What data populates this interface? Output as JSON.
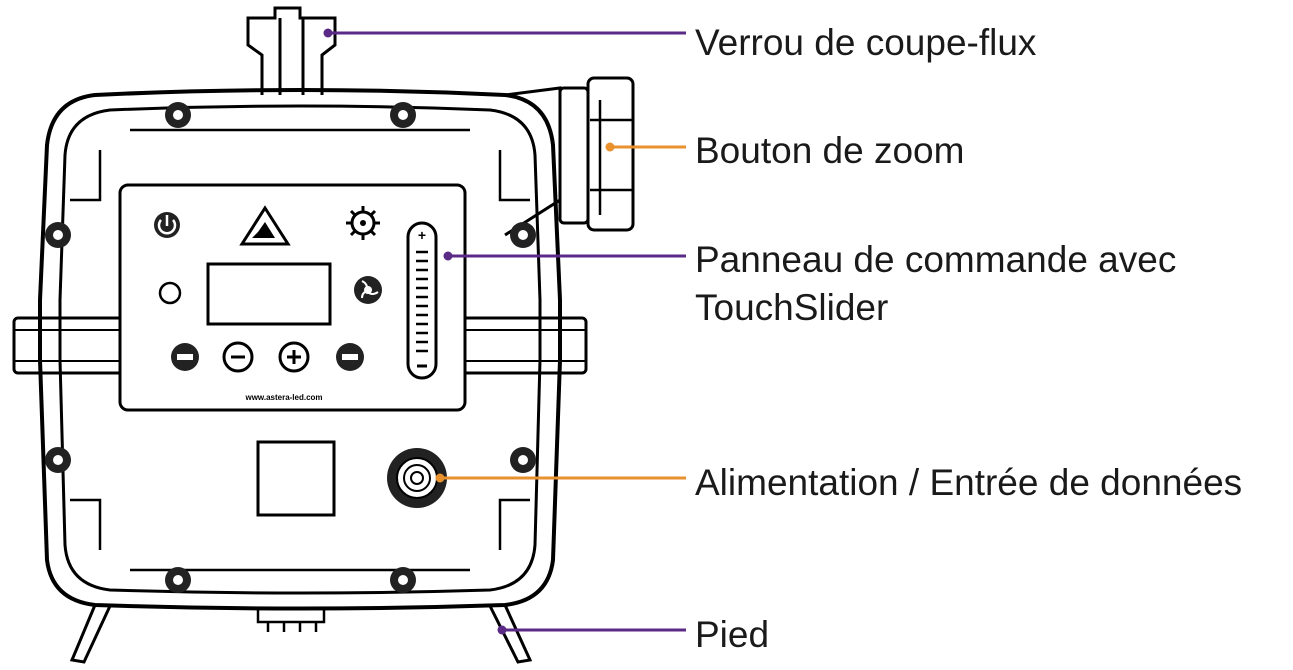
{
  "callouts": [
    {
      "id": "barndoor-lock",
      "lines": [
        "Verrou de coupe-flux"
      ],
      "color": "#5b2a86"
    },
    {
      "id": "zoom-knob",
      "lines": [
        "Bouton de zoom"
      ],
      "color": "#e8912d"
    },
    {
      "id": "control-panel",
      "lines": [
        "Panneau de commande avec",
        "TouchSlider"
      ],
      "color": "#5b2a86"
    },
    {
      "id": "power-data",
      "lines": [
        "Alimentation / Entrée de données"
      ],
      "color": "#e8912d"
    },
    {
      "id": "foot",
      "lines": [
        "Pied"
      ],
      "color": "#5b2a86"
    }
  ],
  "device": {
    "website": "www.astera-led.com"
  },
  "icons": [
    "power-icon",
    "logo-triangle-icon",
    "gear-icon",
    "fan-icon",
    "minus-icon",
    "plus-icon"
  ]
}
